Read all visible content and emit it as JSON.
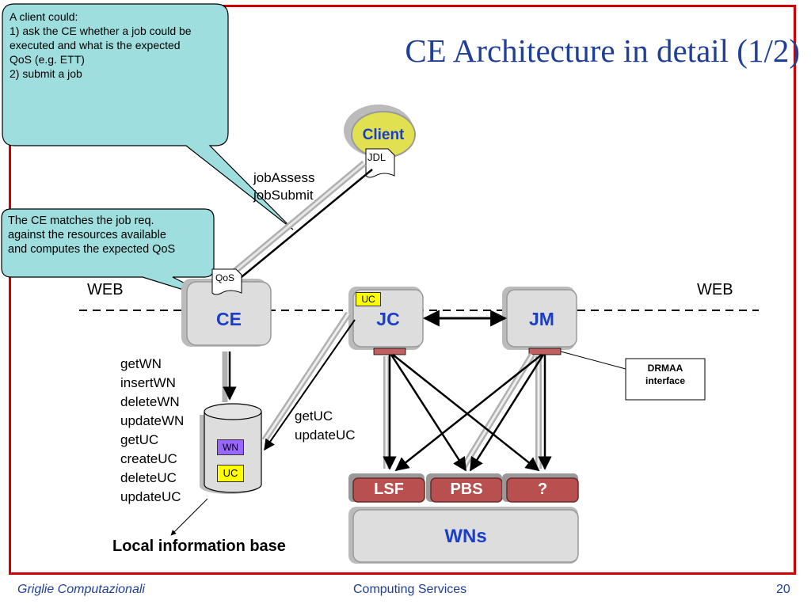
{
  "title": "CE Architecture in detail (1/2)",
  "callouts": {
    "client_could": {
      "line1": "A client could:",
      "line2": "1) ask the CE whether a job could be",
      "line3": "executed and what is the expected",
      "line4": "QoS (e.g. ETT)",
      "line5": "2) submit a job"
    },
    "ce_matches": {
      "line1": "The CE matches the job req.",
      "line2": "against the resources available",
      "line3": "and computes the expected QoS"
    }
  },
  "nodes": {
    "client": "Client",
    "jdl": "JDL",
    "qos": "QoS",
    "ce": "CE",
    "jc": "JC",
    "jm": "JM",
    "uc_tag": "UC",
    "wn_tag": "WN",
    "uc_db_tag": "UC",
    "lsf": "LSF",
    "pbs": "PBS",
    "unknown": "?",
    "wns": "WNs",
    "drmaa_line1": "DRMAA",
    "drmaa_line2": "interface"
  },
  "labels": {
    "web_left": "WEB",
    "web_right": "WEB",
    "job_ops": [
      "jobAssess",
      "jobSubmit"
    ],
    "db_ops": [
      "getWN",
      "insertWN",
      "deleteWN",
      "updateWN",
      "getUC",
      "createUC",
      "deleteUC",
      "updateUC"
    ],
    "uc_ops": [
      "getUC",
      "updateUC"
    ],
    "local_info_base": "Local information base"
  },
  "footer": {
    "left": "Griglie Computazionali",
    "center": "Computing Services",
    "page": "20"
  },
  "colors": {
    "frame": "#d00000",
    "title": "#1f3f98",
    "callout_fill": "#9fdede",
    "client_fill": "#e0e050",
    "box_fill": "#dddddd",
    "sys_fill": "#b85050",
    "wn_tag": "#9966ff",
    "uc_tag": "#ffff00",
    "node_text": "#1a3ec8"
  }
}
